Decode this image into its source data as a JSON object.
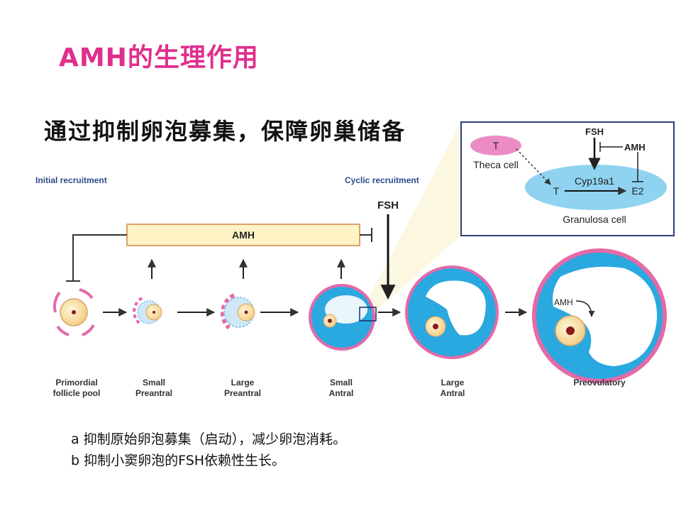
{
  "title": "AMH的生理作用",
  "subtitle": "通过抑制卵泡募集，保障卵巢储备",
  "diagram": {
    "initial_recruitment": "Initial recruitment",
    "cyclic_recruitment": "Cyclic recruitment",
    "amh_bar": "AMH",
    "fsh": "FSH",
    "stages": {
      "primordial": [
        "Primordial",
        "follicle pool"
      ],
      "small_preantral": [
        "Small",
        "Preantral"
      ],
      "large_preantral": [
        "Large",
        "Preantral"
      ],
      "small_antral": [
        "Small",
        "Antral"
      ],
      "large_antral": [
        "Large",
        "Antral"
      ],
      "preovulatory": "Preovulatory"
    },
    "preovulatory_amh_label": "AMH"
  },
  "inset": {
    "fsh": "FSH",
    "amh": "AMH",
    "t_theca": "T",
    "theca_cell": "Theca cell",
    "t_granulosa": "T",
    "cyp19a1": "Cyp19a1",
    "e2": "E2",
    "granulosa_cell": "Granulosa cell"
  },
  "notes": {
    "a": "a 抑制原始卵泡募集（启动），减少卵泡消耗。",
    "b": "b 抑制小窦卵泡的FSH依赖性生长。"
  },
  "colors": {
    "title": "#e02f8c",
    "amh_bar_fill": "#fdf3c4",
    "amh_bar_border": "#d9a46b",
    "follicle_blue": "#2aa8e0",
    "follicle_pink": "#e46aa8",
    "oocyte": "#f4d08a",
    "inset_border": "#2c3e7a",
    "granulosa": "#8fd3f0",
    "theca": "#ec8cc4"
  }
}
